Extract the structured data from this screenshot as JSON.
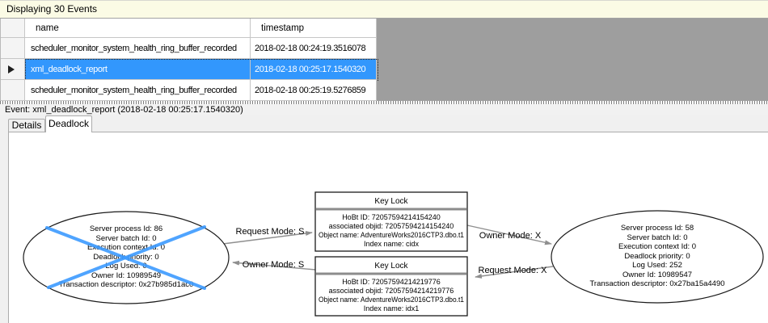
{
  "info_bar": {
    "label": "Displaying 30 Events"
  },
  "table": {
    "columns": {
      "name": "name",
      "timestamp": "timestamp"
    },
    "rows": [
      {
        "name": "scheduler_monitor_system_health_ring_buffer_recorded",
        "timestamp": "2018-02-18 00:24:19.3516078"
      },
      {
        "name": "xml_deadlock_report",
        "timestamp": "2018-02-18 00:25:17.1540320"
      },
      {
        "name": "scheduler_monitor_system_health_ring_buffer_recorded",
        "timestamp": "2018-02-18 00:25:19.5276859"
      }
    ],
    "selected_row_index": 1
  },
  "event_bar": {
    "label": "Event: xml_deadlock_report (2018-02-18 00:25:17.1540320)"
  },
  "tabs": {
    "details": "Details",
    "deadlock": "Deadlock",
    "active": "Deadlock"
  },
  "graph": {
    "victim_process": {
      "lines": [
        "Server process Id: 86",
        "Server batch Id: 0",
        "Execution context Id: 0",
        "Deadlock priority: 0",
        "Log Used: 0",
        "Owner Id: 10989549",
        "Transaction descriptor: 0x27b985d1ac0"
      ]
    },
    "other_process": {
      "lines": [
        "Server process Id: 58",
        "Server batch Id: 0",
        "Execution context Id: 0",
        "Deadlock priority: 0",
        "Log Used: 252",
        "Owner Id: 10989547",
        "Transaction descriptor: 0x27ba15a4490"
      ]
    },
    "lock_top": {
      "title": "Key Lock",
      "lines": [
        "HoBt ID: 72057594214154240",
        "associated objid: 72057594214154240",
        "Object name: AdventureWorks2016CTP3.dbo.t1",
        "Index name: cidx"
      ]
    },
    "lock_bottom": {
      "title": "Key Lock",
      "lines": [
        "HoBt ID: 72057594214219776",
        "associated objid: 72057594214219776",
        "Object name: AdventureWorks2016CTP3.dbo.t1",
        "Index name: idx1"
      ]
    },
    "edges": {
      "request_s": "Request Mode: S",
      "owner_s": "Owner Mode: S",
      "owner_x": "Owner Mode: X",
      "request_x": "Request Mode: X"
    }
  },
  "colors": {
    "selection": "#3297fd",
    "victim_cross": "#3d9bff",
    "info_bar_bg": "#fbfbe5",
    "grid_empty_bg": "#9e9e9e",
    "edge": "#8f8f8f"
  }
}
